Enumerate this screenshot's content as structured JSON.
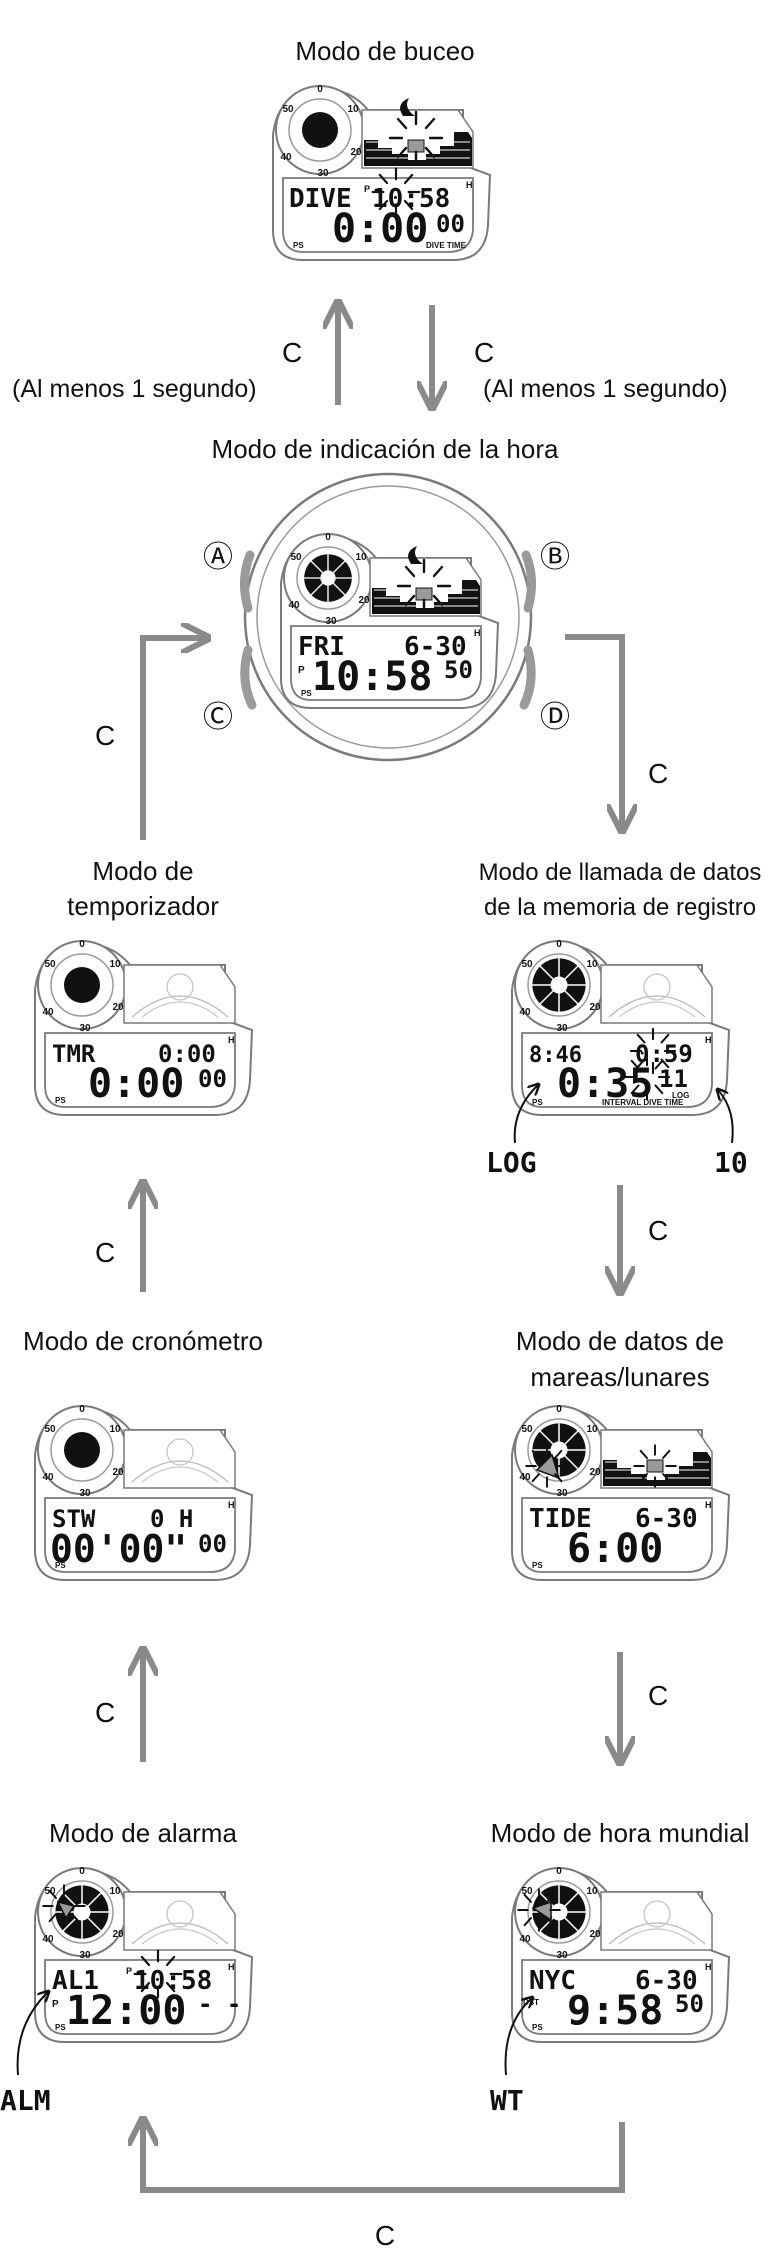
{
  "colors": {
    "arrow": "#8a8a8a",
    "ink": "#111111",
    "outline": "#7a7a7a",
    "light": "#d2d2d2"
  },
  "labels": {
    "dive_mode": "Modo de buceo",
    "timekeeping_mode": "Modo de indicación de la hora",
    "log_recall_line1": "Modo de llamada de datos",
    "log_recall_line2": "de la memoria de registro",
    "timer_line1": "Modo de",
    "timer_line2": "temporizador",
    "stopwatch_mode": "Modo de cronómetro",
    "tide_line1": "Modo de datos de",
    "tide_line2": "mareas/lunares",
    "alarm_mode": "Modo de alarma",
    "world_time_mode": "Modo de hora mundial",
    "button_c": "C",
    "hold_left": "(Al menos 1 segundo)",
    "hold_right": "(Al menos 1 segundo)"
  },
  "buttons": {
    "a": "Ⓐ",
    "b": "Ⓑ",
    "c": "Ⓒ",
    "d": "Ⓓ"
  },
  "bezel_numbers": [
    "0",
    "10",
    "20",
    "30",
    "40",
    "50"
  ],
  "screens": {
    "dive": {
      "top": "DIVE",
      "p": "P",
      "time": "10:58",
      "main": "0:00",
      "sec": "00",
      "left": "PS",
      "right": "DIVE TIME",
      "h": "H"
    },
    "timekeeping": {
      "top": "FRI",
      "date": "6-30",
      "p": "P",
      "main": "10:58",
      "sec": "50",
      "left": "PS",
      "h": "H"
    },
    "timer": {
      "top": "TMR",
      "topright": "0:00",
      "main": "0:00",
      "sec": "00",
      "left": "PS",
      "h": "H"
    },
    "stopwatch": {
      "top": "STW",
      "topright": "0 H",
      "main": "00'00\"",
      "sec": "00",
      "left": "PS",
      "h": "H"
    },
    "alarm": {
      "top": "AL1",
      "p": "P",
      "time": "10:58",
      "pmain": "P",
      "main": "12:00",
      "sec": "- -",
      "left": "PS",
      "h": "H"
    },
    "log": {
      "top": "8:46",
      "topright": "0:59",
      "main": "0:35",
      "sec": "11",
      "left": "PS",
      "right": "INTERVAL  DIVE TIME",
      "unit": "LOG",
      "h": "H"
    },
    "tide": {
      "top": "TIDE",
      "date": "6-30",
      "main": "6:00",
      "left": "PS",
      "h": "H"
    },
    "world": {
      "top": "NYC",
      "date": "6-30",
      "dst": "DST",
      "main": "9:58",
      "sec": "50",
      "left": "PS",
      "h": "H"
    }
  },
  "callouts": {
    "log": "LOG",
    "log_number": "10",
    "alarm": "ALM",
    "world": "WT"
  }
}
